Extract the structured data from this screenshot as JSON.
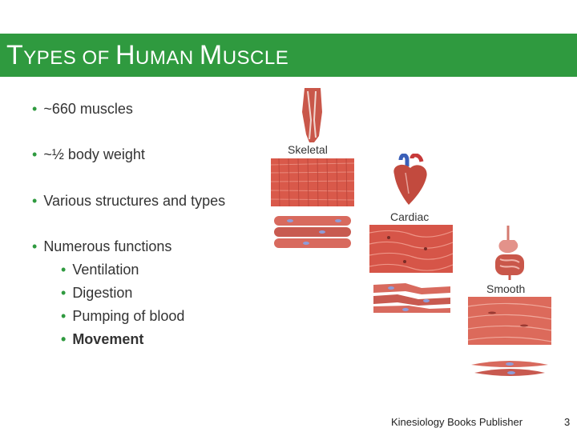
{
  "slide": {
    "title_parts": [
      {
        "text": "T",
        "size": "big"
      },
      {
        "text": "YPES ",
        "size": "small"
      },
      {
        "text": "OF ",
        "size": "small"
      },
      {
        "text": "H",
        "size": "big"
      },
      {
        "text": "UMAN ",
        "size": "small"
      },
      {
        "text": "M",
        "size": "big"
      },
      {
        "text": "USCLE",
        "size": "small"
      }
    ],
    "bullets": [
      "~660 muscles",
      "~½ body weight",
      "Various structures and types",
      "Numerous functions"
    ],
    "sub_bullets": [
      {
        "text": "Ventilation",
        "bold": false
      },
      {
        "text": "Digestion",
        "bold": false
      },
      {
        "text": "Pumping of blood",
        "bold": false
      },
      {
        "text": "Movement",
        "bold": true
      }
    ],
    "labels": {
      "skeletal": "Skeletal",
      "cardiac": "Cardiac",
      "smooth": "Smooth"
    },
    "footer": {
      "publisher": "Kinesiology Books Publisher",
      "page_number": "3"
    },
    "colors": {
      "header": "#2f9a3f",
      "muscle": "#d9594a"
    }
  }
}
